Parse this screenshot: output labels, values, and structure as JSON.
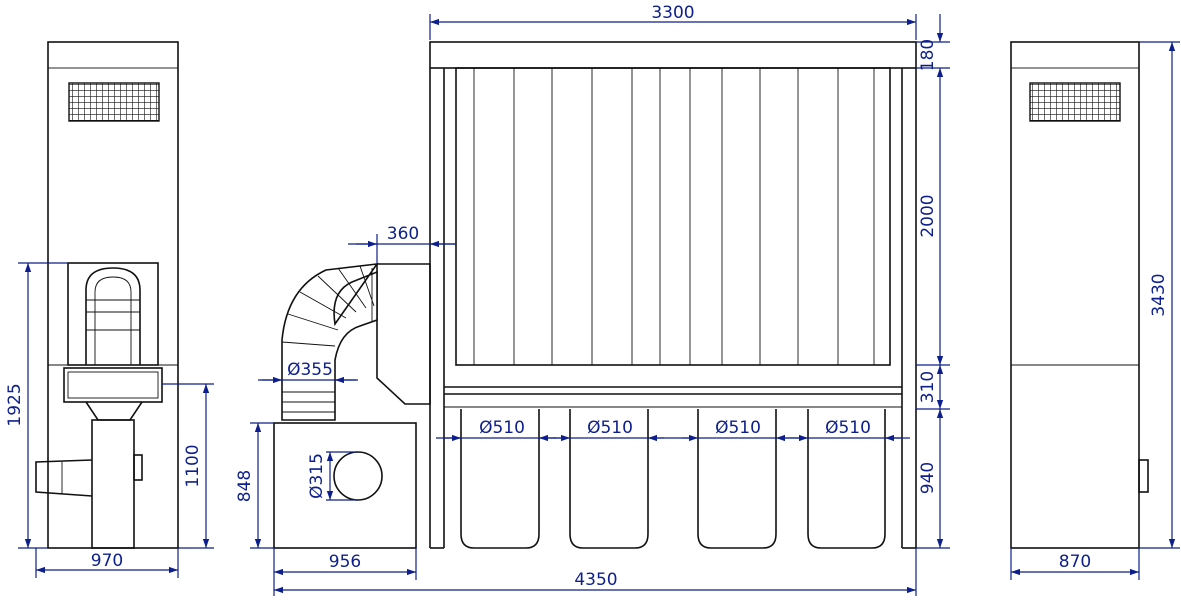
{
  "colors": {
    "outline": "#111111",
    "dimension": "#0d1f8c",
    "background": "#ffffff"
  },
  "dimensions": {
    "left_height_total": "1925",
    "left_height_low": "1100",
    "left_width": "970",
    "front_width_top": "3300",
    "front_h_top": "180",
    "front_h_mid": "2000",
    "front_h_310": "310",
    "front_h_940": "940",
    "duct_offset": "360",
    "duct_dia": "Ø355",
    "fan_inlet_dia": "Ø315",
    "fan_height": "848",
    "fan_width": "956",
    "total_length": "4350",
    "bin_dia": [
      "Ø510",
      "Ø510",
      "Ø510",
      "Ø510"
    ],
    "right_height": "3430",
    "right_width": "870"
  }
}
